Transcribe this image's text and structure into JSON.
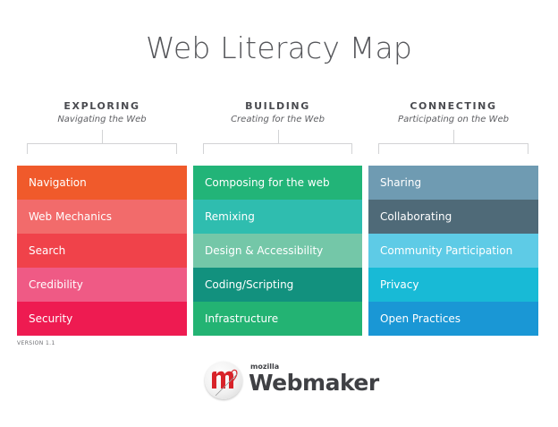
{
  "title": "Web Literacy Map",
  "columns": [
    {
      "name": "EXPLORING",
      "subtitle": "Navigating the Web",
      "cells": [
        {
          "label": "Navigation",
          "color": "#f05a2b"
        },
        {
          "label": "Web Mechanics",
          "color": "#f26b6b"
        },
        {
          "label": "Search",
          "color": "#f0424a"
        },
        {
          "label": "Credibility",
          "color": "#ef5a85"
        },
        {
          "label": "Security",
          "color": "#ee1b51"
        }
      ]
    },
    {
      "name": "BUILDING",
      "subtitle": "Creating for the Web",
      "cells": [
        {
          "label": "Composing for the web",
          "color": "#22b478"
        },
        {
          "label": "Remixing",
          "color": "#2fbdaf"
        },
        {
          "label": "Design & Accessibility",
          "color": "#74c7a8"
        },
        {
          "label": "Coding/Scripting",
          "color": "#12917e"
        },
        {
          "label": "Infrastructure",
          "color": "#23b373"
        }
      ]
    },
    {
      "name": "CONNECTING",
      "subtitle": "Participating on the Web",
      "cells": [
        {
          "label": "Sharing",
          "color": "#6f9bb2"
        },
        {
          "label": "Collaborating",
          "color": "#4f6a78"
        },
        {
          "label": "Community Participation",
          "color": "#5ecbe6"
        },
        {
          "label": "Privacy",
          "color": "#18bad6"
        },
        {
          "label": "Open Practices",
          "color": "#1a97d5"
        }
      ]
    }
  ],
  "version": "VERSION 1.1",
  "logo": {
    "small": "mozilla",
    "big": "Webmaker",
    "icon": "webmaker-m-icon"
  }
}
